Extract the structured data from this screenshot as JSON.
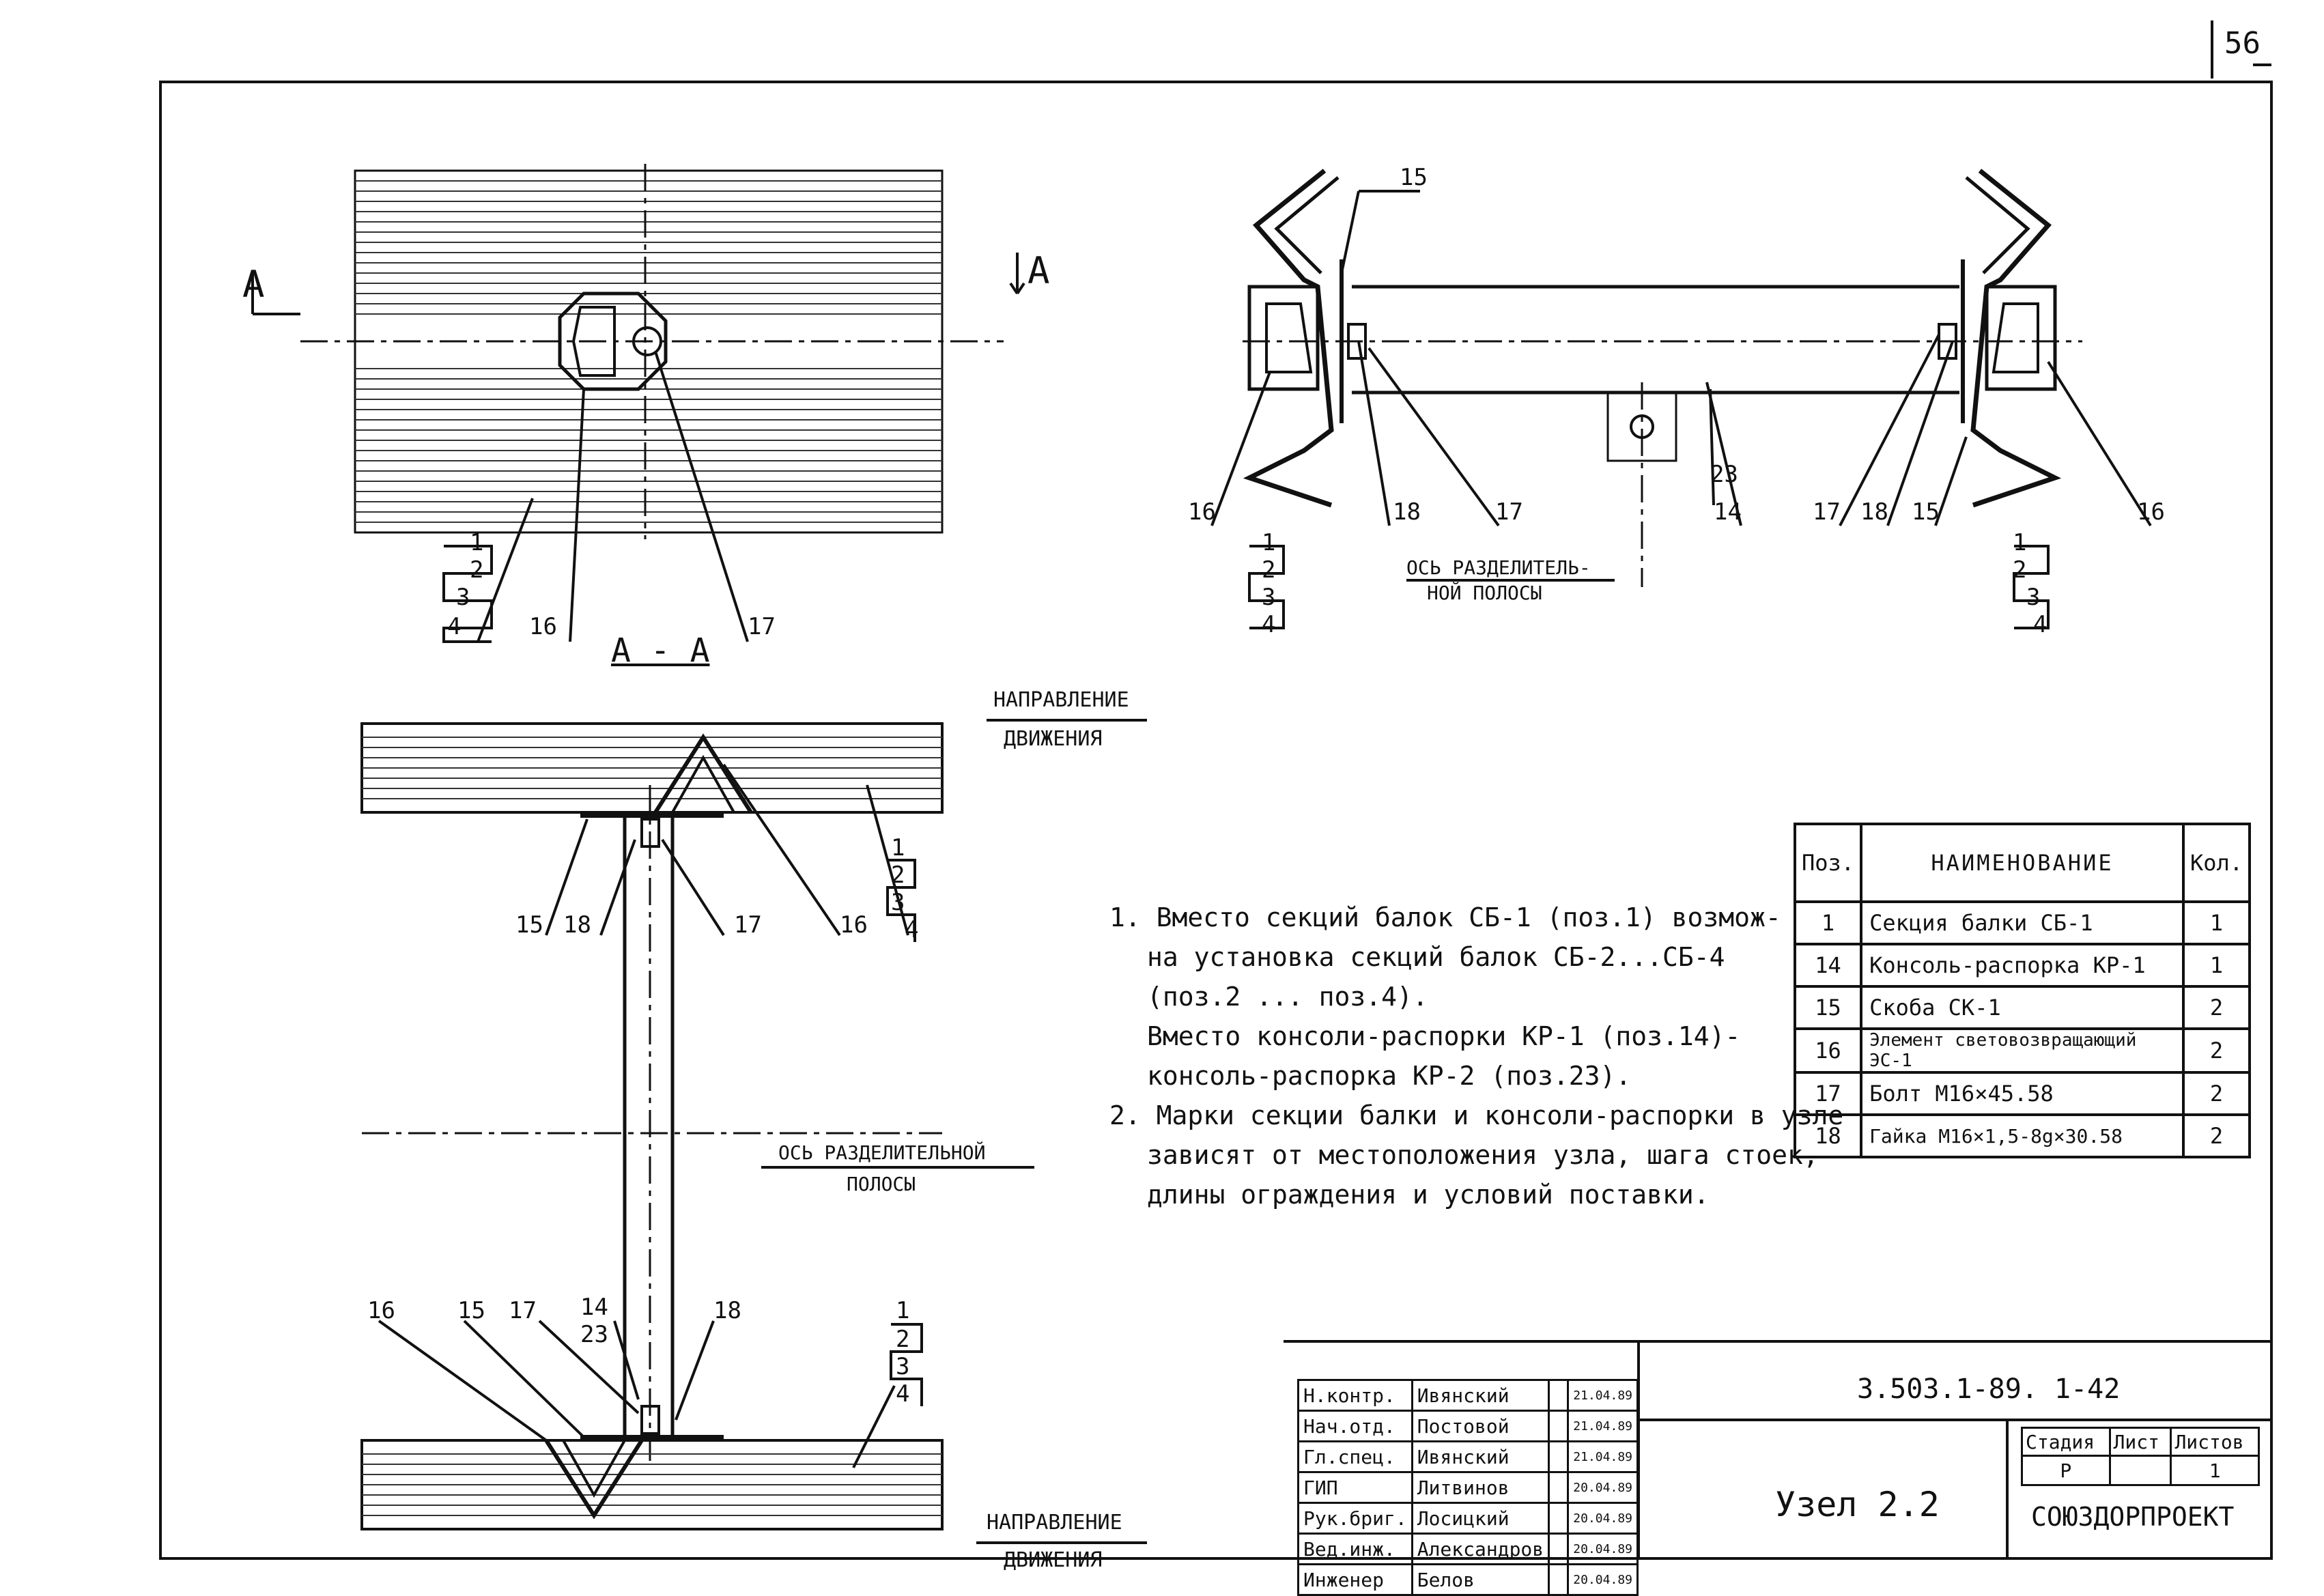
{
  "sheet_number": "56",
  "section_mark_left": "A",
  "section_mark_right": "A",
  "section_title": "A - A",
  "direction_label_top": [
    "Направление",
    "движения"
  ],
  "direction_label_bottom": [
    "Направление",
    "движения"
  ],
  "divider_label_top": [
    "ось разделитель-",
    "ной полосы"
  ],
  "divider_label_bottom": [
    "ось разделительной",
    "полосы"
  ],
  "callouts": {
    "plan": [
      "1",
      "2",
      "3",
      "4",
      "16",
      "17"
    ],
    "elevation": [
      "15",
      "16",
      "18",
      "17",
      "23",
      "14",
      "17",
      "18",
      "15",
      "16",
      "1",
      "2",
      "3",
      "4",
      "1",
      "2",
      "3",
      "4"
    ],
    "section_top": [
      "15",
      "18",
      "17",
      "16",
      "1",
      "2",
      "3",
      "4"
    ],
    "section_bottom": [
      "16",
      "15",
      "17",
      "14",
      "23",
      "18",
      "1",
      "2",
      "3",
      "4"
    ]
  },
  "notes": [
    "1. Вместо секций балок СБ-1 (поз.1) возмож-",
    "на установка секций балок СБ-2...СБ-4",
    "(поз.2 ... поз.4).",
    "Вместо консоли-распорки КР-1 (поз.14)-",
    "консоль-распорка КР-2 (поз.23).",
    "2. Марки секции балки и консоли-распорки в узле",
    "зависят от местоположения узла, шага стоек,",
    "длины ограждения и условий поставки."
  ],
  "spec_table": {
    "headers": [
      "Поз.",
      "Наименование",
      "Кол."
    ],
    "rows": [
      [
        "1",
        "Секция балки СБ-1",
        "1"
      ],
      [
        "14",
        "Консоль-распорка КР-1",
        "1"
      ],
      [
        "15",
        "Скоба СК-1",
        "2"
      ],
      [
        "16",
        "Элемент световозвращающий ЭС-1",
        "2"
      ],
      [
        "17",
        "Болт М16×45.58",
        "2"
      ],
      [
        "18",
        "Гайка М16×1,5-8g×30.58",
        "2"
      ]
    ]
  },
  "title_block": {
    "doc_code": "3.503.1-89. 1-42",
    "title": "Узел 2.2",
    "org": "Союздорпроект",
    "stage_headers": [
      "Стадия",
      "Лист",
      "Листов"
    ],
    "stage_values": [
      "Р",
      "",
      "1"
    ],
    "signatures": [
      {
        "role": "Н.контр.",
        "name": "Ивянский",
        "date": "21.04.89"
      },
      {
        "role": "Нач.отд.",
        "name": "Постовой",
        "date": "21.04.89"
      },
      {
        "role": "Гл.спец.",
        "name": "Ивянский",
        "date": "21.04.89"
      },
      {
        "role": "ГИП",
        "name": "Литвинов",
        "date": "20.04.89"
      },
      {
        "role": "Рук.бриг.",
        "name": "Лосицкий",
        "date": "20.04.89"
      },
      {
        "role": "Вед.инж.",
        "name": "Александров",
        "date": "20.04.89"
      },
      {
        "role": "Инженер",
        "name": "Белов",
        "date": "20.04.89"
      }
    ]
  }
}
